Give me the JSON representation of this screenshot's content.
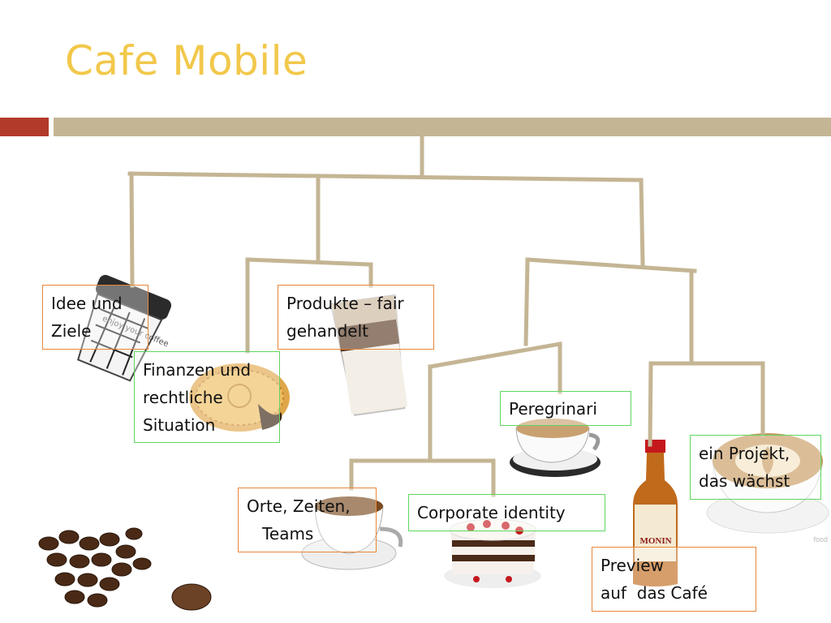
{
  "title": "Cafe Mobile",
  "nodes": {
    "idee": "Idee und\nZiele",
    "finanzen": "Finanzen und\nrechtliche\nSituation",
    "produkte": "Produkte – fair\ngehandelt",
    "peregrinari": "Peregrinari",
    "projekt": "ein Projekt,\ndas wächst",
    "orte": "Orte, Zeiten,\n   Teams",
    "corporate": "Corporate identity",
    "preview": "Preview\nauf  das Café"
  },
  "images": {
    "cup_text": "enjoy your coffee",
    "syrup_brand": "MONIN",
    "watermark": "food"
  },
  "colors": {
    "title": "#f2c84b",
    "accent_red": "#b23a2a",
    "accent_tan": "#c4b594",
    "connector": "#c4b594",
    "box_orange": "#e8863a",
    "box_green": "#5fd65f"
  }
}
